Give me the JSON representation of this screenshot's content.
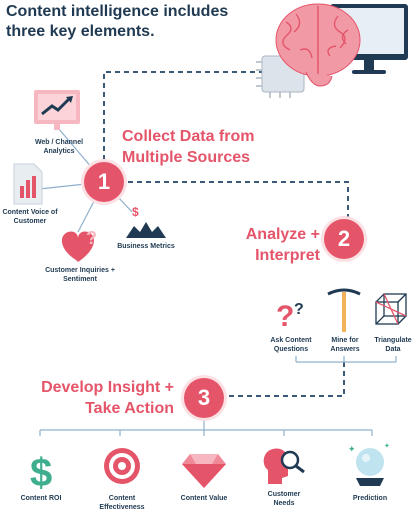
{
  "title": "Content intelligence includes three key elements.",
  "step1": {
    "number": "1",
    "title_line1": "Collect Data from",
    "title_line2": "Multiple Sources",
    "sources": [
      {
        "label": "Web / Channel Analytics"
      },
      {
        "label": "Content Voice of Customer"
      },
      {
        "label": "Business Metrics"
      },
      {
        "label": "Customer Inquiries + Sentiment"
      }
    ]
  },
  "step2": {
    "number": "2",
    "title_line1": "Analyze +",
    "title_line2": "Interpret",
    "methods": [
      {
        "label": "Ask Content Questions"
      },
      {
        "label": "Mine for Answers"
      },
      {
        "label": "Triangulate Data"
      }
    ]
  },
  "step3": {
    "number": "3",
    "title_line1": "Develop Insight +",
    "title_line2": "Take Action",
    "outcomes": [
      {
        "label": "Content ROI"
      },
      {
        "label": "Content Effectiveness"
      },
      {
        "label": "Content Value"
      },
      {
        "label": "Customer Needs"
      },
      {
        "label": "Prediction"
      }
    ]
  },
  "colors": {
    "accent": "#e5556a",
    "navy": "#1f3a52",
    "line": "#3a5a78"
  }
}
